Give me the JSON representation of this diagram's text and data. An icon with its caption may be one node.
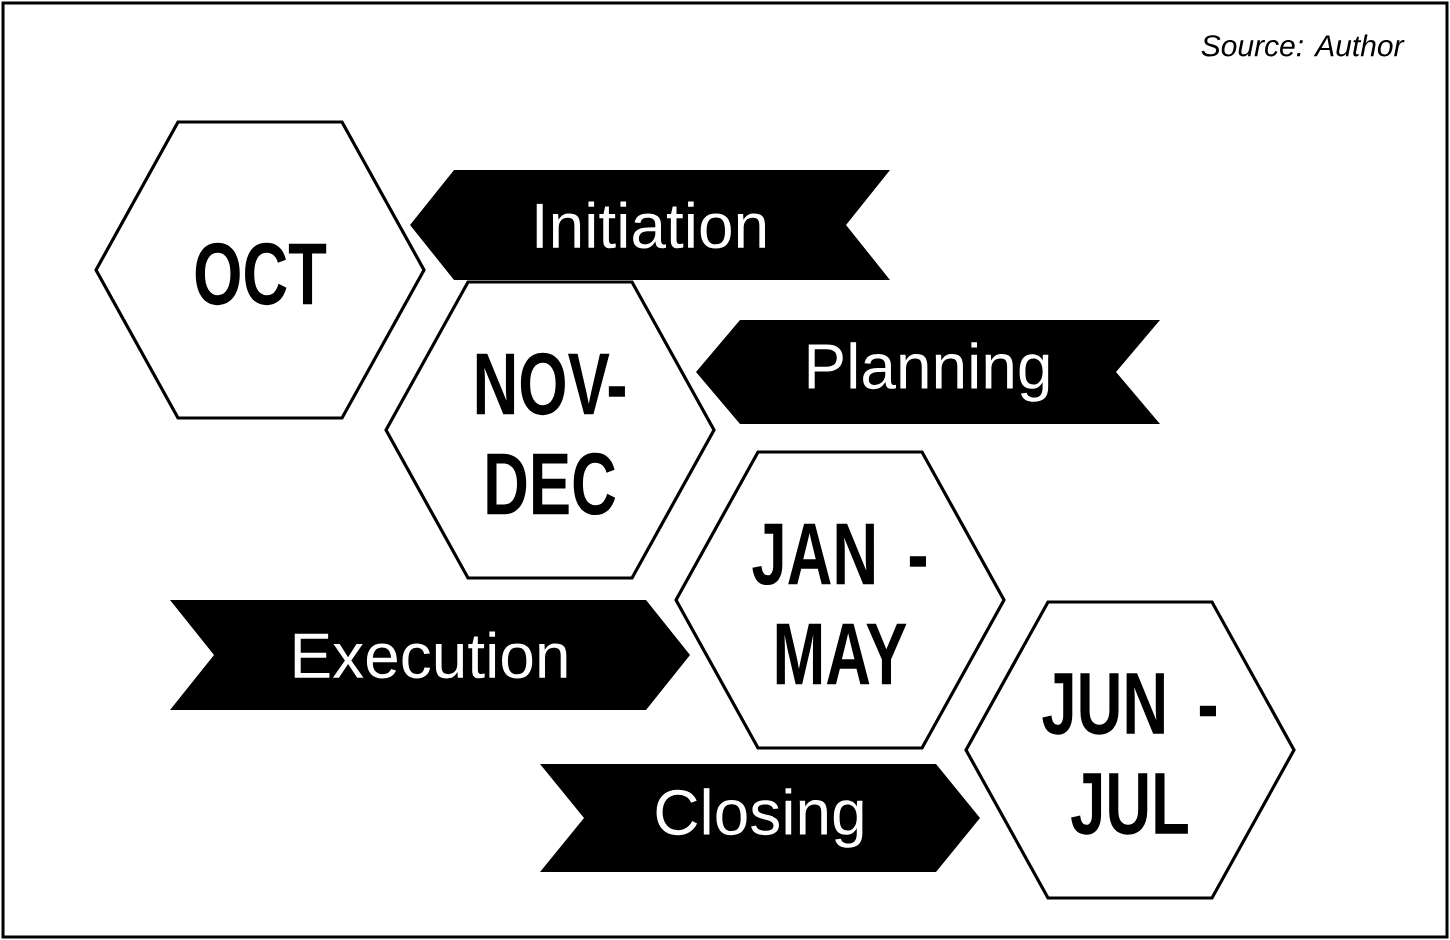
{
  "diagram": {
    "nodes": [
      {
        "text": [
          "OCT"
        ]
      },
      {
        "text": [
          "Initiation"
        ]
      },
      {
        "text": [
          "NOV- DEC"
        ]
      },
      {
        "text": [
          "Planning"
        ]
      },
      {
        "text": [
          "JAN - MAY"
        ]
      },
      {
        "text": [
          "Execution"
        ]
      },
      {
        "text": [
          "JUN - JUL"
        ]
      },
      {
        "text": [
          "Closing"
        ]
      }
    ],
    "labels": [
      "Source: Author"
    ]
  }
}
